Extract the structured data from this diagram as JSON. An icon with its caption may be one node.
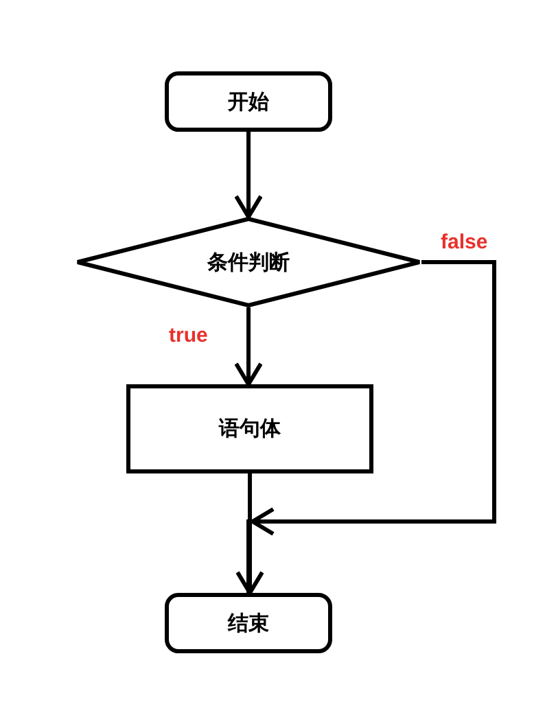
{
  "diagram": {
    "nodes": [
      {
        "text": [
          "开始"
        ]
      },
      {
        "text": [
          "条件判断"
        ]
      },
      {
        "text": [
          "语句体"
        ]
      },
      {
        "text": [
          "结束"
        ]
      }
    ],
    "edges": [
      {
        "from": 0,
        "to": 1,
        "arrow": "to"
      },
      {
        "from": 1,
        "to": 2,
        "arrow": "to",
        "label": "true"
      },
      {
        "from": 2,
        "to": 3,
        "arrow": "to"
      },
      {
        "from": 1,
        "to": 3,
        "arrow": "to",
        "label": "false"
      }
    ]
  }
}
